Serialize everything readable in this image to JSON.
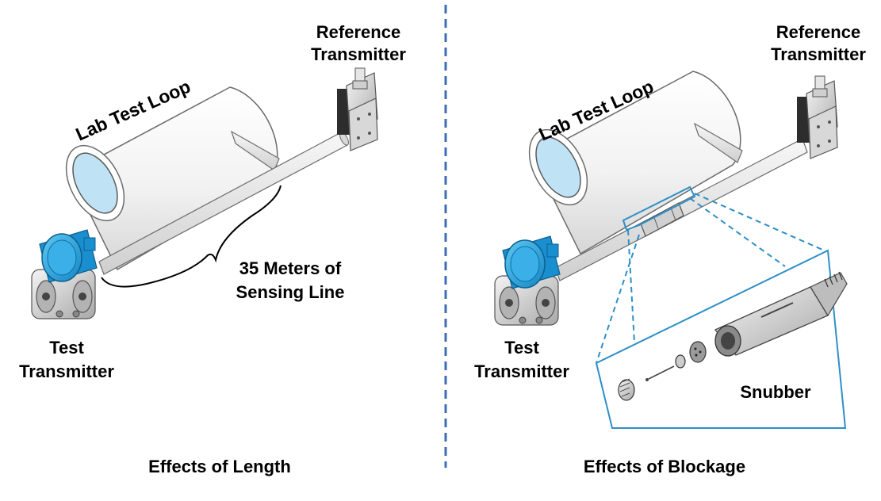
{
  "left_panel": {
    "loop_label": "Lab Test Loop",
    "reference_label_line1": "Reference",
    "reference_label_line2": "Transmitter",
    "test_label_line1": "Test",
    "test_label_line2": "Transmitter",
    "length_label_line1": "35 Meters of",
    "length_label_line2": "Sensing Line",
    "caption": "Effects of Length"
  },
  "right_panel": {
    "loop_label": "Lab Test Loop",
    "reference_label_line1": "Reference",
    "reference_label_line2": "Transmitter",
    "test_label_line1": "Test",
    "test_label_line2": "Transmitter",
    "snubber_label": "Snubber",
    "caption": "Effects of Blockage"
  },
  "colors": {
    "divider": "#3f6db5",
    "callout": "#2e8fc7",
    "transmitter_blue": "#2aa6e0",
    "pipe_fill": "#eeeeee",
    "loop_end": "#bfe3f5"
  }
}
